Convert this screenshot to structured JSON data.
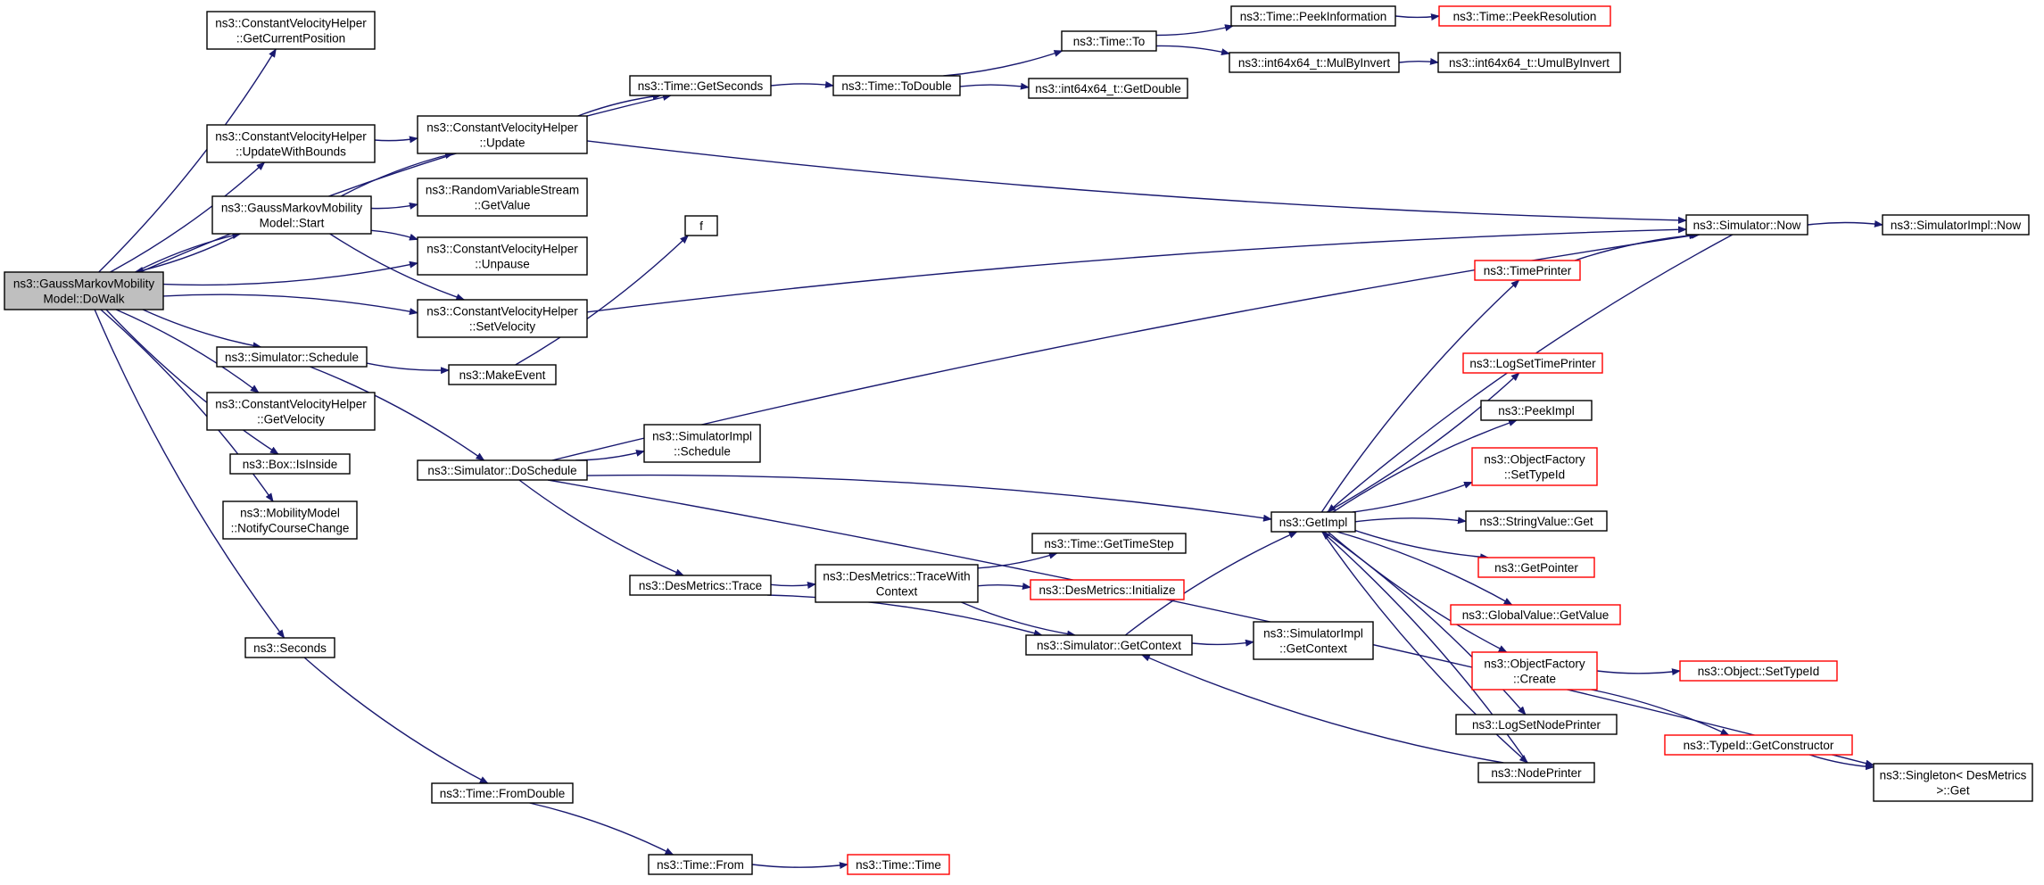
{
  "colors": {
    "edge": "#191970",
    "root_fill": "#bfbfbf",
    "red_border": "#ff0000",
    "border": "#000000"
  },
  "nodes": {
    "dowalk": {
      "lines": [
        "ns3::GaussMarkovMobility",
        "Model::DoWalk"
      ],
      "root": true
    },
    "getcurpos": {
      "lines": [
        "ns3::ConstantVelocityHelper",
        "::GetCurrentPosition"
      ]
    },
    "updwb": {
      "lines": [
        "ns3::ConstantVelocityHelper",
        "::UpdateWithBounds"
      ]
    },
    "start": {
      "lines": [
        "ns3::GaussMarkovMobility",
        "Model::Start"
      ]
    },
    "schedule": {
      "lines": [
        "ns3::Simulator::Schedule"
      ]
    },
    "getvel": {
      "lines": [
        "ns3::ConstantVelocityHelper",
        "::GetVelocity"
      ]
    },
    "isinside": {
      "lines": [
        "ns3::Box::IsInside"
      ]
    },
    "notify": {
      "lines": [
        "ns3::MobilityModel",
        "::NotifyCourseChange"
      ]
    },
    "seconds": {
      "lines": [
        "ns3::Seconds"
      ]
    },
    "update": {
      "lines": [
        "ns3::ConstantVelocityHelper",
        "::Update"
      ]
    },
    "rvsget": {
      "lines": [
        "ns3::RandomVariableStream",
        "::GetValue"
      ]
    },
    "unpause": {
      "lines": [
        "ns3::ConstantVelocityHelper",
        "::Unpause"
      ]
    },
    "setvel": {
      "lines": [
        "ns3::ConstantVelocityHelper",
        "::SetVelocity"
      ]
    },
    "makeevent": {
      "lines": [
        "ns3::MakeEvent"
      ]
    },
    "doschedule": {
      "lines": [
        "ns3::Simulator::DoSchedule"
      ]
    },
    "fromdouble": {
      "lines": [
        "ns3::Time::FromDouble"
      ]
    },
    "getseconds": {
      "lines": [
        "ns3::Time::GetSeconds"
      ]
    },
    "f": {
      "lines": [
        "f"
      ]
    },
    "simimplsched": {
      "lines": [
        "ns3::SimulatorImpl",
        "::Schedule"
      ]
    },
    "dmtrace": {
      "lines": [
        "ns3::DesMetrics::Trace"
      ]
    },
    "timefrom": {
      "lines": [
        "ns3::Time::From"
      ]
    },
    "todouble": {
      "lines": [
        "ns3::Time::ToDouble"
      ]
    },
    "tracewith": {
      "lines": [
        "ns3::DesMetrics::TraceWith",
        "Context"
      ]
    },
    "timetime": {
      "lines": [
        "ns3::Time::Time"
      ],
      "red": true
    },
    "timeto": {
      "lines": [
        "ns3::Time::To"
      ]
    },
    "i64getdouble": {
      "lines": [
        "ns3::int64x64_t::GetDouble"
      ]
    },
    "gettimestep": {
      "lines": [
        "ns3::Time::GetTimeStep"
      ]
    },
    "dminit": {
      "lines": [
        "ns3::DesMetrics::Initialize"
      ],
      "red": true
    },
    "getcontext": {
      "lines": [
        "ns3::Simulator::GetContext"
      ]
    },
    "peekinfo": {
      "lines": [
        "ns3::Time::PeekInformation"
      ]
    },
    "mulbyinvert": {
      "lines": [
        "ns3::int64x64_t::MulByInvert"
      ]
    },
    "simimplgetctx": {
      "lines": [
        "ns3::SimulatorImpl",
        "::GetContext"
      ]
    },
    "getimpl": {
      "lines": [
        "ns3::GetImpl"
      ]
    },
    "peekres": {
      "lines": [
        "ns3::Time::PeekResolution"
      ],
      "red": true
    },
    "umulbyinvert": {
      "lines": [
        "ns3::int64x64_t::UmulByInvert"
      ]
    },
    "timeprinter": {
      "lines": [
        "ns3::TimePrinter"
      ],
      "red": true
    },
    "logsettp": {
      "lines": [
        "ns3::LogSetTimePrinter"
      ],
      "red": true
    },
    "peekimpl": {
      "lines": [
        "ns3::PeekImpl"
      ]
    },
    "ofsettypeid": {
      "lines": [
        "ns3::ObjectFactory",
        "::SetTypeId"
      ],
      "red": true
    },
    "strvalget": {
      "lines": [
        "ns3::StringValue::Get"
      ]
    },
    "getpointer": {
      "lines": [
        "ns3::GetPointer"
      ],
      "red": true
    },
    "gvgetvalue": {
      "lines": [
        "ns3::GlobalValue::GetValue"
      ],
      "red": true
    },
    "ofcreate": {
      "lines": [
        "ns3::ObjectFactory",
        "::Create"
      ],
      "red": true
    },
    "logsetnp": {
      "lines": [
        "ns3::LogSetNodePrinter"
      ]
    },
    "nodeprinter": {
      "lines": [
        "ns3::NodePrinter"
      ]
    },
    "simnow": {
      "lines": [
        "ns3::Simulator::Now"
      ]
    },
    "objsettypeid": {
      "lines": [
        "ns3::Object::SetTypeId"
      ],
      "red": true
    },
    "typeidgetctor": {
      "lines": [
        "ns3::TypeId::GetConstructor"
      ],
      "red": true
    },
    "singleton": {
      "lines": [
        "ns3::Singleton< DesMetrics",
        " >::Get"
      ]
    },
    "simimplnow": {
      "lines": [
        "ns3::SimulatorImpl::Now"
      ]
    }
  },
  "edges": [
    [
      "dowalk",
      "getcurpos"
    ],
    [
      "dowalk",
      "getseconds"
    ],
    [
      "dowalk",
      "updwb"
    ],
    [
      "dowalk",
      "start"
    ],
    [
      "dowalk",
      "unpause"
    ],
    [
      "dowalk",
      "setvel"
    ],
    [
      "dowalk",
      "schedule"
    ],
    [
      "dowalk",
      "getvel"
    ],
    [
      "dowalk",
      "isinside"
    ],
    [
      "dowalk",
      "notify"
    ],
    [
      "dowalk",
      "seconds"
    ],
    [
      "start",
      "dowalk"
    ],
    [
      "updwb",
      "update"
    ],
    [
      "start",
      "update"
    ],
    [
      "start",
      "rvsget"
    ],
    [
      "start",
      "unpause"
    ],
    [
      "start",
      "setvel"
    ],
    [
      "update",
      "getseconds"
    ],
    [
      "update",
      "simnow"
    ],
    [
      "setvel",
      "simnow"
    ],
    [
      "schedule",
      "makeevent"
    ],
    [
      "schedule",
      "doschedule"
    ],
    [
      "makeevent",
      "f"
    ],
    [
      "doschedule",
      "simnow"
    ],
    [
      "doschedule",
      "simimplsched"
    ],
    [
      "doschedule",
      "getimpl"
    ],
    [
      "doschedule",
      "dmtrace"
    ],
    [
      "doschedule",
      "singleton"
    ],
    [
      "seconds",
      "fromdouble"
    ],
    [
      "fromdouble",
      "timefrom"
    ],
    [
      "timefrom",
      "timetime"
    ],
    [
      "getseconds",
      "todouble"
    ],
    [
      "todouble",
      "timeto"
    ],
    [
      "todouble",
      "i64getdouble"
    ],
    [
      "timeto",
      "peekinfo"
    ],
    [
      "timeto",
      "mulbyinvert"
    ],
    [
      "peekinfo",
      "peekres"
    ],
    [
      "mulbyinvert",
      "umulbyinvert"
    ],
    [
      "dmtrace",
      "tracewith"
    ],
    [
      "dmtrace",
      "getcontext"
    ],
    [
      "tracewith",
      "gettimestep"
    ],
    [
      "tracewith",
      "dminit"
    ],
    [
      "tracewith",
      "getcontext"
    ],
    [
      "getcontext",
      "getimpl"
    ],
    [
      "getcontext",
      "simimplgetctx"
    ],
    [
      "getimpl",
      "timeprinter"
    ],
    [
      "getimpl",
      "logsettp"
    ],
    [
      "getimpl",
      "peekimpl"
    ],
    [
      "getimpl",
      "ofsettypeid"
    ],
    [
      "getimpl",
      "strvalget"
    ],
    [
      "getimpl",
      "getpointer"
    ],
    [
      "getimpl",
      "gvgetvalue"
    ],
    [
      "getimpl",
      "ofcreate"
    ],
    [
      "getimpl",
      "logsetnp"
    ],
    [
      "getimpl",
      "nodeprinter"
    ],
    [
      "nodeprinter",
      "getcontext"
    ],
    [
      "nodeprinter",
      "getimpl"
    ],
    [
      "timeprinter",
      "simnow"
    ],
    [
      "simnow",
      "getimpl"
    ],
    [
      "simnow",
      "simimplnow"
    ],
    [
      "ofcreate",
      "objsettypeid"
    ],
    [
      "ofcreate",
      "typeidgetctor"
    ],
    [
      "typeidgetctor",
      "singleton"
    ]
  ]
}
